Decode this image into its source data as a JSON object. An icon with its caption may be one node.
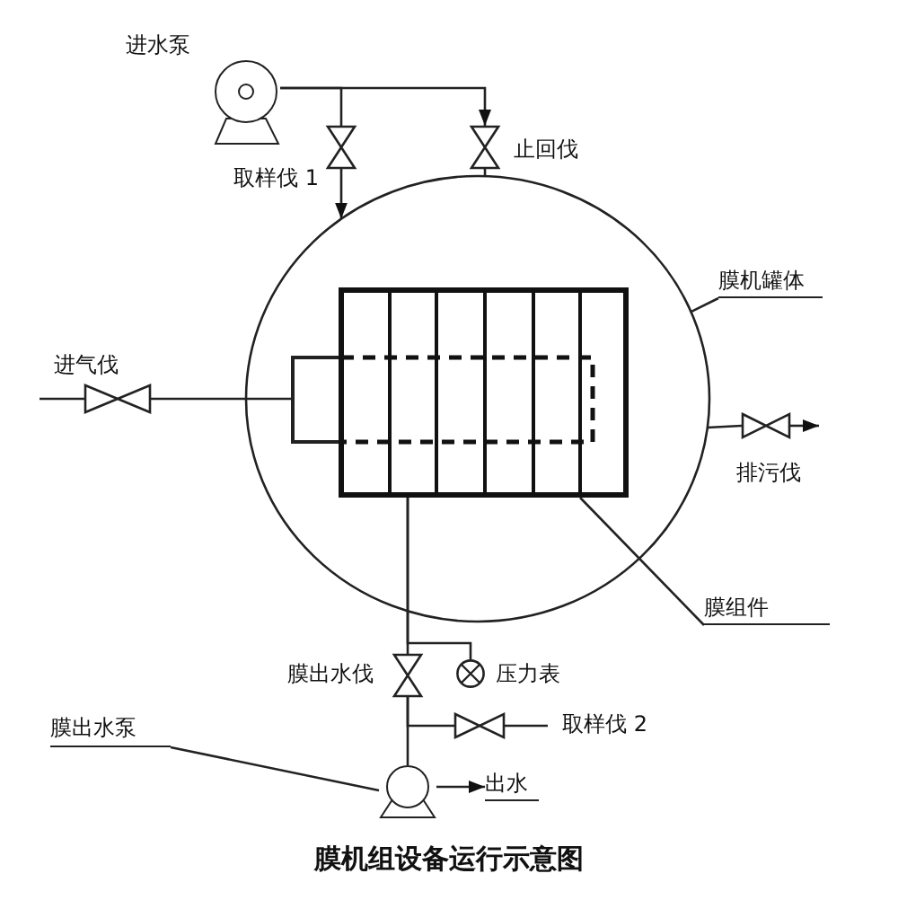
{
  "diagram": {
    "caption": "膜机组设备运行示意图",
    "nodes": [
      {
        "text": [],
        "shape": "circle"
      },
      {
        "text": [],
        "shape": "box",
        "in": 0
      },
      {
        "text": [],
        "shape": "pump",
        "beside": [
          "进水泵"
        ]
      },
      {
        "text": [],
        "shape": "valve",
        "beside": [
          "取样伐 1"
        ]
      },
      {
        "text": [],
        "shape": "valve",
        "beside": [
          "止回伐"
        ]
      },
      {
        "text": [],
        "shape": "valve",
        "beside": [
          "进气伐"
        ]
      },
      {
        "text": [],
        "shape": "valve",
        "beside": [
          "排污伐"
        ]
      },
      {
        "text": [
          "膜机罐体"
        ]
      },
      {
        "text": [
          "膜组件"
        ]
      },
      {
        "text": [],
        "shape": "valve",
        "beside": [
          "膜出水伐"
        ]
      },
      {
        "text": [],
        "shape": "gauge",
        "beside": [
          "压力表"
        ]
      },
      {
        "text": [],
        "shape": "valve",
        "beside": [
          "取样伐 2"
        ]
      },
      {
        "text": [],
        "shape": "pump"
      },
      {
        "text": [
          "膜出水泵"
        ]
      },
      {
        "text": [
          "出水"
        ]
      }
    ],
    "edges": [
      {
        "from": 2,
        "to": 4,
        "arrow": "to"
      },
      {
        "from": 2,
        "to": 3,
        "arrow": "none"
      },
      {
        "from": 3,
        "to": 0,
        "arrow": "to"
      },
      {
        "from": 4,
        "to": 0,
        "arrow": "none"
      },
      {
        "from": null,
        "to": 5,
        "arrow": "none"
      },
      {
        "from": 5,
        "to": 1,
        "arrow": "none"
      },
      {
        "from": 0,
        "to": 6,
        "arrow": "none"
      },
      {
        "from": 6,
        "to": null,
        "arrow": "to"
      },
      {
        "from": 7,
        "to": 0,
        "arrow": "none"
      },
      {
        "from": 8,
        "to": 1,
        "arrow": "none"
      },
      {
        "from": 1,
        "to": 9,
        "arrow": "none"
      },
      {
        "from": 1,
        "to": 10,
        "arrow": "none"
      },
      {
        "from": 9,
        "to": 12,
        "arrow": "none"
      },
      {
        "from": 9,
        "to": 11,
        "arrow": "none"
      },
      {
        "from": 11,
        "to": null,
        "arrow": "none"
      },
      {
        "from": 13,
        "to": 12,
        "arrow": "none"
      },
      {
        "from": 12,
        "to": 14,
        "arrow": "to"
      }
    ]
  }
}
